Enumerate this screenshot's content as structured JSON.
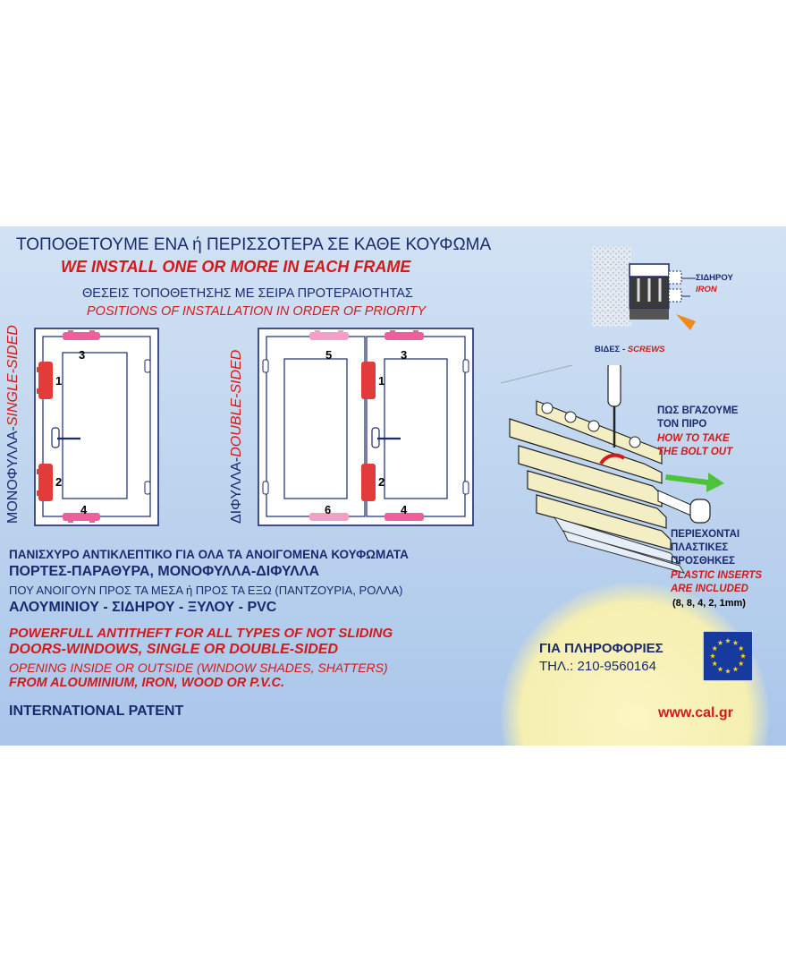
{
  "header": {
    "title_gr": "ΤΟΠΟΘΕΤΟΥΜΕ ΕΝΑ ή ΠΕΡΙΣΣΟΤΕΡΑ ΣΕ ΚΑΘΕ ΚΟΥΦΩΜΑ",
    "title_en": "WE  INSTALL ONE OR MORE IN EACH FRAME",
    "sub_gr": "ΘΕΣΕΙΣ ΤΟΠΟΘΕΤΗΣΗΣ ΜΕ ΣΕΙΡΑ ΠΡΟΤΕΡΑΙΟΤΗΤΑΣ",
    "sub_en": "POSITIONS OF INSTALLATION IN ORDER OF PRIORITY"
  },
  "single": {
    "label_gr": "ΜΟΝΟΦΥΛΛΑ-",
    "label_en": "SINGLE-SIDED",
    "positions": [
      "3",
      "1",
      "2",
      "4"
    ]
  },
  "double": {
    "label_gr": "ΔΙΦΥΛΛΑ-",
    "label_en": "DOUBLE-SIDED",
    "positions": [
      "5",
      "3",
      "1",
      "2",
      "6",
      "4"
    ]
  },
  "detail": {
    "iron_gr": "ΣΙΔΗΡΟΥ",
    "iron_en": "IRON",
    "screws_gr": "ΒΙΔΕΣ - ",
    "screws_en": "SCREWS"
  },
  "bolt": {
    "line1_gr": "ΠΩΣ ΒΓΑΖΟΥΜΕ",
    "line2_gr": "ΤΟΝ ΠΙΡΟ",
    "line1_en": "HOW TO TAKE",
    "line2_en": "THE BOLT OUT"
  },
  "inserts": {
    "line1_gr": "ΠΕΡΙΕΧΟΝΤΑΙ",
    "line2_gr": "ΠΛΑΣΤΙΚΕΣ",
    "line3_gr": "ΠΡΟΣΘΗΚΕΣ",
    "line1_en": "PLASTIC INSERTS",
    "line2_en": "ARE INCLUDED",
    "sizes": "(8, 8, 4, 2, 1mm)"
  },
  "greek_text": {
    "l1": "ΠΑΝΙΣΧΥΡΟ ΑΝΤΙΚΛΕΠΤΙΚΟ ΓΙΑ ΟΛΑ ΤΑ ΑΝΟΙΓΟΜΕΝΑ ΚΟΥΦΩΜΑΤΑ",
    "l2": "ΠΟΡΤΕΣ-ΠΑΡΑΘΥΡΑ, ΜΟΝΟΦΥΛΛΑ-ΔΙΦΥΛΛΑ",
    "l3": "ΠΟΥ ΑΝΟΙΓΟΥΝ ΠΡΟΣ ΤΑ ΜΕΣΑ ή ΠΡΟΣ ΤΑ ΕΞΩ (ΠΑΝΤΖΟΥΡΙΑ, ΡΟΛΛΑ)",
    "l4": "ΑΛΟΥΜΙΝΙΟΥ - ΣΙΔΗΡΟΥ - ΞΥΛΟΥ -   PVC"
  },
  "english_text": {
    "l1": "POWERFULL ANTITHEFT FOR ALL TYPES OF NOT SLIDING",
    "l2": "DOORS-WINDOWS, SINGLE OR DOUBLE-SIDED",
    "l3": "OPENING INSIDE OR OUTSIDE (WINDOW SHADES, SHATTERS)",
    "l4": "FROM ALOUMINIUM, IRON, WOOD OR P.V.C."
  },
  "footer": {
    "patent": "INTERNATIONAL PATENT",
    "info_gr": "ΓΙΑ ΠΛΗΡΟΦΟΡΙΕΣ",
    "phone": "ΤΗΛ.: 210-9560164",
    "website": "www.cal.gr"
  },
  "colors": {
    "navy": "#1a2a6e",
    "red": "#d31a1a",
    "pink": "#ef5f9c",
    "eu_blue": "#173a9e",
    "eu_star": "#ffd400"
  }
}
